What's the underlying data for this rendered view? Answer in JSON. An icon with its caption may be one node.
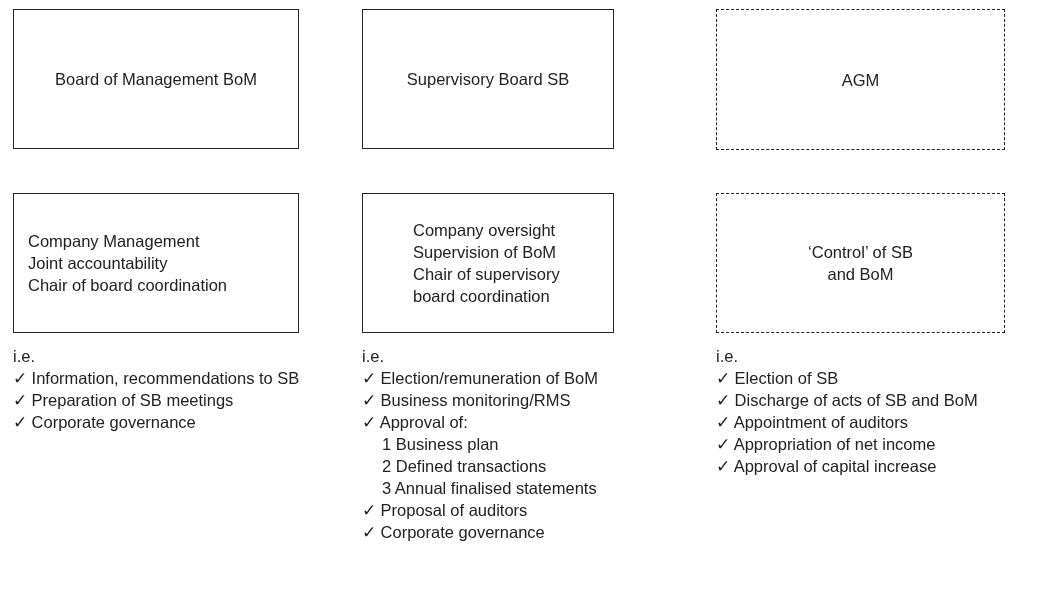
{
  "diagram": {
    "nodes": [
      {
        "text": [
          "Board of Management BoM"
        ]
      },
      {
        "text": [
          "Supervisory Board SB"
        ]
      },
      {
        "text": [
          "AGM"
        ]
      },
      {
        "text": [
          "Company Management",
          "Joint accountability",
          "Chair of board coordination"
        ]
      },
      {
        "text": [
          "Company oversight",
          "Supervision of BoM",
          "Chair of supervisory board coordination"
        ]
      },
      {
        "text": [
          "‘Control’ of SB and BoM"
        ]
      }
    ],
    "labels": [
      "i.e.",
      "✓ Information, recommendations to SB",
      "✓ Preparation of SB meetings",
      "✓ Corporate governance",
      "i.e.",
      "✓ Election/remuneration of BoM",
      "✓ Business monitoring/RMS",
      "✓ Approval of:",
      "1 Business plan",
      "2 Defined transactions",
      "3 Annual finalised statements",
      "✓ Proposal of auditors",
      "✓ Corporate governance",
      "i.e.",
      "✓ Election of SB",
      "✓ Discharge of acts of SB and BoM",
      "✓ Appointment of auditors",
      "✓ Appropriation of net income",
      "✓ Approval of capital increase"
    ]
  }
}
